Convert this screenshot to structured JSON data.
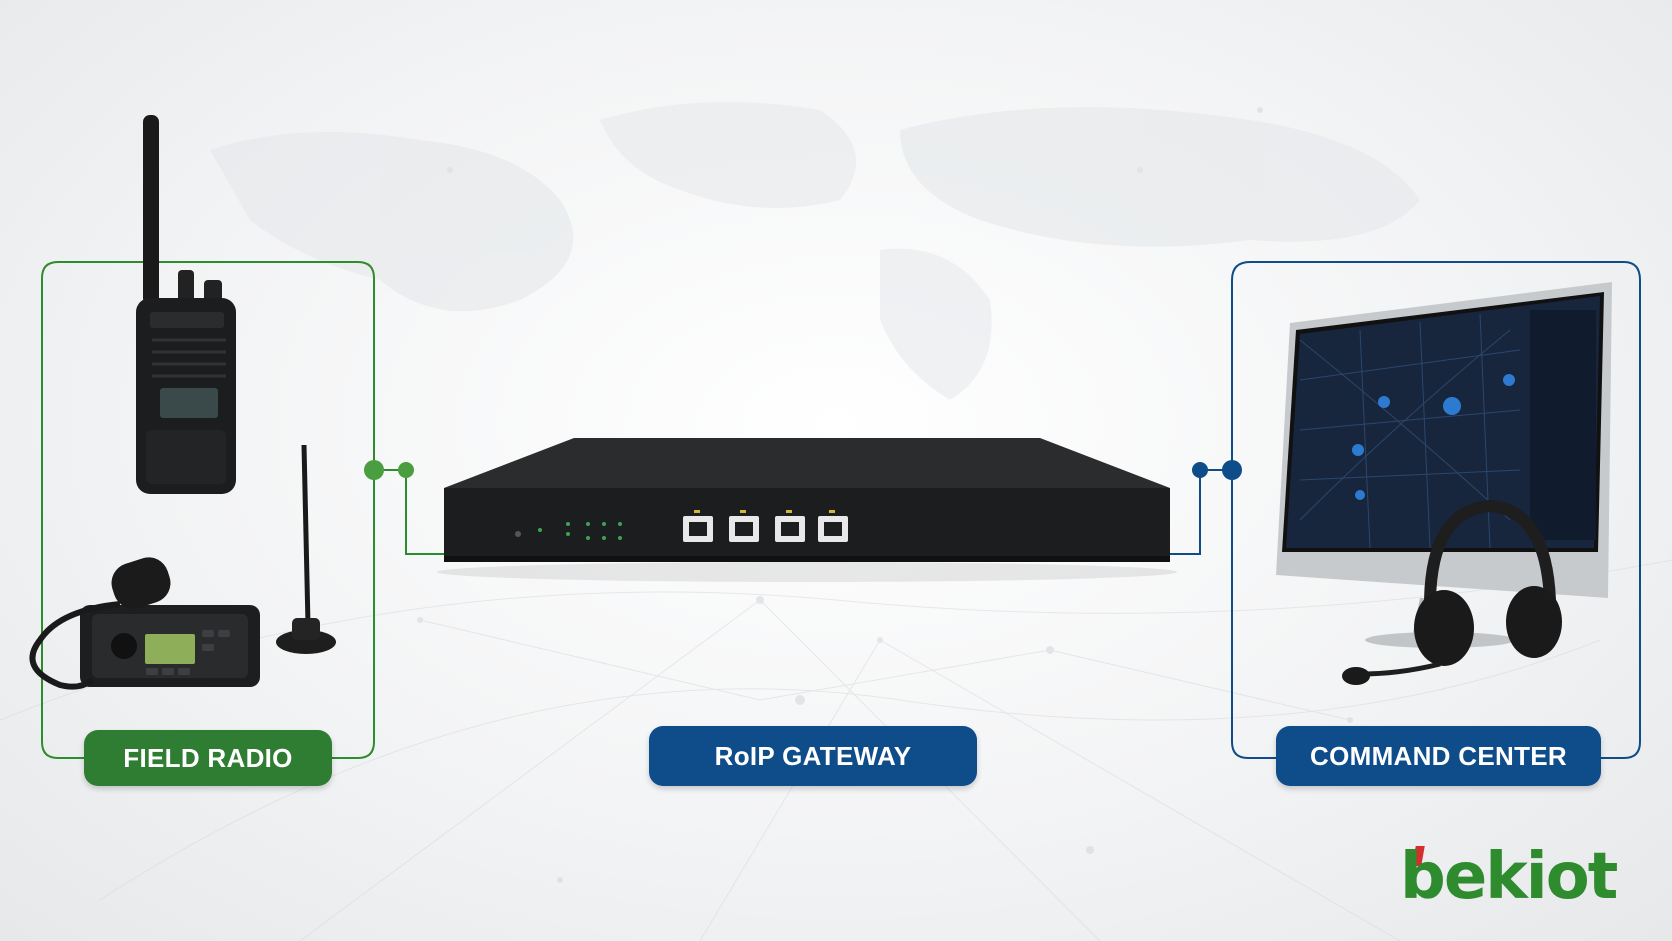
{
  "labels": {
    "field_radio": "FIELD RADIO",
    "gateway": "RoIP GATEWAY",
    "command_center": "COMMAND CENTER"
  },
  "brand": {
    "logo_text": "bekiot"
  },
  "colors": {
    "green": "#2e7d32",
    "blue": "#0f4c8a",
    "logo_green": "#2e8b2e",
    "logo_red": "#d32f2f"
  },
  "icons": [
    "world-map-background",
    "walkie-talkie-icon",
    "mobile-radio-icon",
    "antenna-icon",
    "roip-gateway-device",
    "ethernet-port-icon",
    "monitor-icon",
    "headset-icon"
  ]
}
